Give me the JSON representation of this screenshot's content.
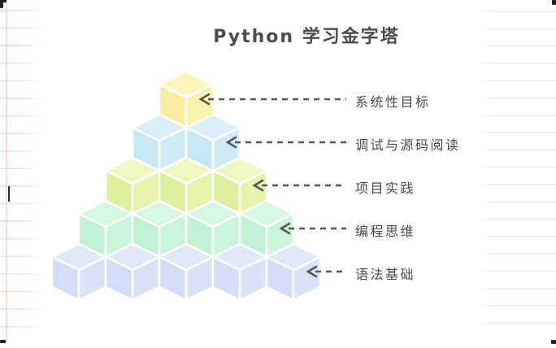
{
  "title": "Python 学习金字塔",
  "pyramid": {
    "arrow_color": "#585858",
    "label_color": "#4a4a4a",
    "levels": [
      {
        "name": "systematic-goals",
        "label": "系统性目标",
        "cubes": 1,
        "colors": {
          "top": "#FDF5BD",
          "left": "#F9EDA1",
          "right": "#FBF1AB"
        }
      },
      {
        "name": "debug-source-reading",
        "label": "调试与源码阅读",
        "cubes": 2,
        "colors": {
          "top": "#D9EFFA",
          "left": "#C6E7F6",
          "right": "#CFEBF8"
        }
      },
      {
        "name": "project-practice",
        "label": "项目实践",
        "cubes": 3,
        "colors": {
          "top": "#EEF8C0",
          "left": "#DFF09D",
          "right": "#E6F3AA"
        }
      },
      {
        "name": "programming-thinking",
        "label": "编程思维",
        "cubes": 4,
        "colors": {
          "top": "#D5F8E3",
          "left": "#C1F2D3",
          "right": "#CAF5DB"
        }
      },
      {
        "name": "syntax-basics",
        "label": "语法基础",
        "cubes": 5,
        "colors": {
          "top": "#E1E8FA",
          "left": "#D4DDF7",
          "right": "#DAE2F8"
        }
      }
    ]
  },
  "decorations": {
    "left_ruled_line_color": "#EEC4BE",
    "right_ruled_line_color": "#F1F1F1",
    "corner_mark_color": "#222222"
  }
}
